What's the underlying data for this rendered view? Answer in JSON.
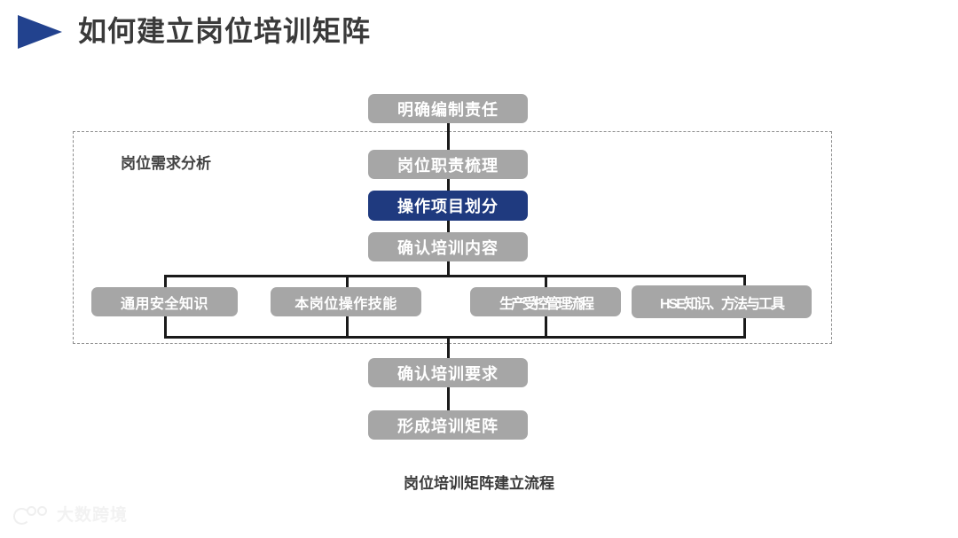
{
  "header": {
    "title": "如何建立岗位培训矩阵",
    "marker_icon": "play-triangle-icon",
    "marker_color": "#22428e"
  },
  "group": {
    "label": "岗位需求分析",
    "border_style": "dashed",
    "border_color": "#8d8d8d"
  },
  "colors": {
    "node_default": "#a6a6a6",
    "node_accent": "#1f3a7f",
    "node_text": "#ffffff",
    "connector": "#1a1a1a",
    "title_text": "#3a3a3a",
    "background": "#ffffff"
  },
  "flow": {
    "top_nodes": [
      {
        "label": "明确编制责任",
        "accent": false
      },
      {
        "label": "岗位职责梳理",
        "accent": false
      },
      {
        "label": "操作项目划分",
        "accent": true
      },
      {
        "label": "确认培训内容",
        "accent": false
      }
    ],
    "branch_nodes": [
      {
        "label": "通用安全知识"
      },
      {
        "label": "本岗位操作技能"
      },
      {
        "label": "生产受控管理流程"
      },
      {
        "label": "HSE知识、方法与工具"
      }
    ],
    "bottom_nodes": [
      {
        "label": "确认培训要求",
        "accent": false
      },
      {
        "label": "形成培训矩阵",
        "accent": false
      }
    ]
  },
  "caption": "岗位培训矩阵建立流程",
  "watermark": {
    "text": "大数跨境",
    "icon": "brand-logo-icon"
  }
}
